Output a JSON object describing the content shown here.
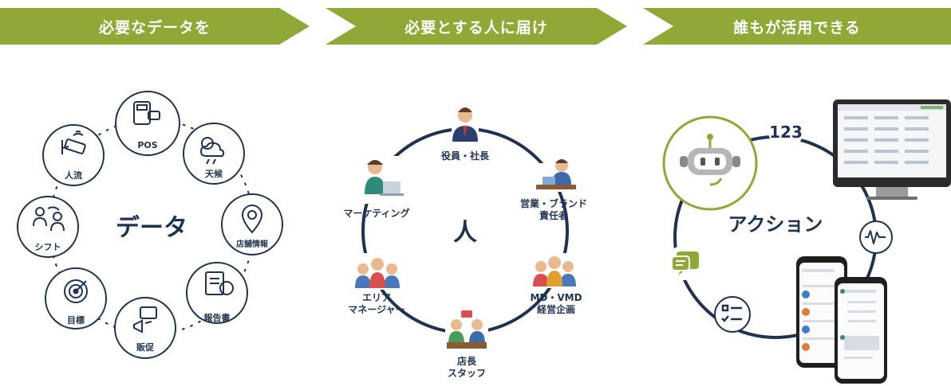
{
  "banners": [
    "必要なデータを",
    "必要とする人に届け",
    "誰もが活用できる"
  ],
  "data_panel": {
    "center": "データ",
    "nodes": [
      "POS",
      "天候",
      "店舗情報",
      "報告書",
      "販促",
      "目標",
      "シフト",
      "人流"
    ]
  },
  "people_panel": {
    "center": "人",
    "roles": {
      "exec": "役員・社長",
      "sales_line1": "営業・ブランド",
      "sales_line2": "責任者",
      "md_line1": "MD・VMD",
      "md_line2": "経営企画",
      "store_line1": "店長",
      "store_line2": "スタッフ",
      "area_line1": "エリア",
      "area_line2": "マネージャー",
      "marketing": "マーケティング"
    }
  },
  "action_panel": {
    "center": "アクション",
    "numbers_icon_text": "123"
  },
  "colors": {
    "banner": "#8fa836",
    "navy": "#1f3350",
    "green": "#8fa836"
  }
}
